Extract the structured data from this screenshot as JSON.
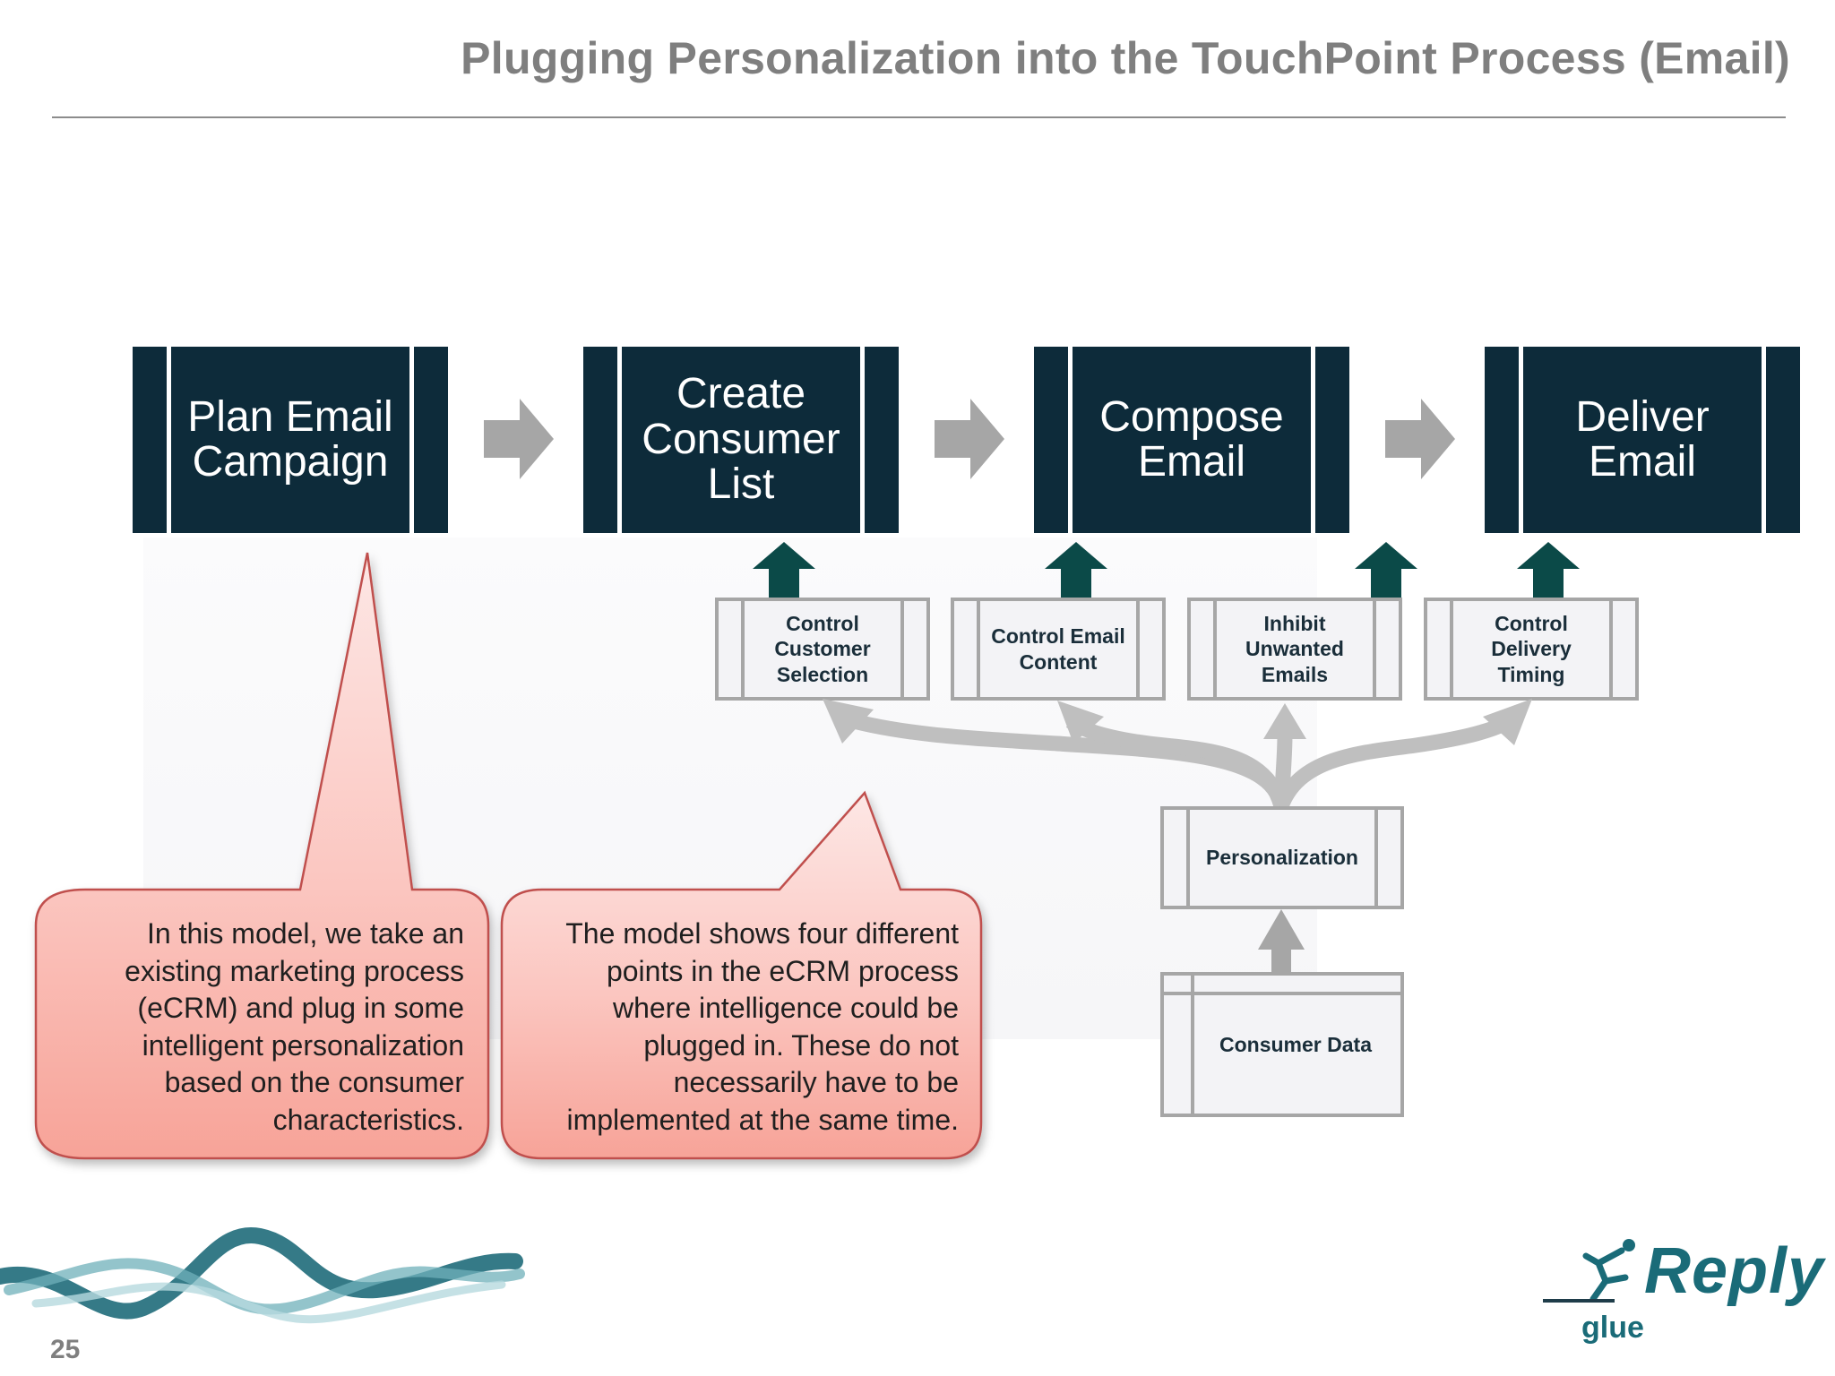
{
  "title": "Plugging Personalization into the TouchPoint Process (Email)",
  "process_steps": [
    {
      "label": "Plan Email Campaign"
    },
    {
      "label": "Create Consumer List"
    },
    {
      "label": "Compose Email"
    },
    {
      "label": "Deliver Email"
    }
  ],
  "control_points": [
    {
      "label": "Control Customer Selection"
    },
    {
      "label": "Control Email Content"
    },
    {
      "label": "Inhibit Unwanted Emails"
    },
    {
      "label": "Control Delivery Timing"
    }
  ],
  "personalization_label": "Personalization",
  "consumer_data_label": "Consumer Data",
  "callouts": {
    "left": "In this model, we take an existing marketing process (eCRM) and plug in some intelligent personalization based on the consumer characteristics.",
    "right": "The model shows four different points in the eCRM process where intelligence could be plugged in. These do not necessarily have to be implemented at the same time."
  },
  "page_number": "25",
  "logo": {
    "brand": "Reply",
    "sub": "glue"
  },
  "colors": {
    "process_fill": "#0d2b3a",
    "upload_arrow": "#0b4a48",
    "connector_gray": "#bfbfbf",
    "callout_fill": "#f7a8a0",
    "callout_border": "#c0504d",
    "brand": "#1a6b78"
  }
}
